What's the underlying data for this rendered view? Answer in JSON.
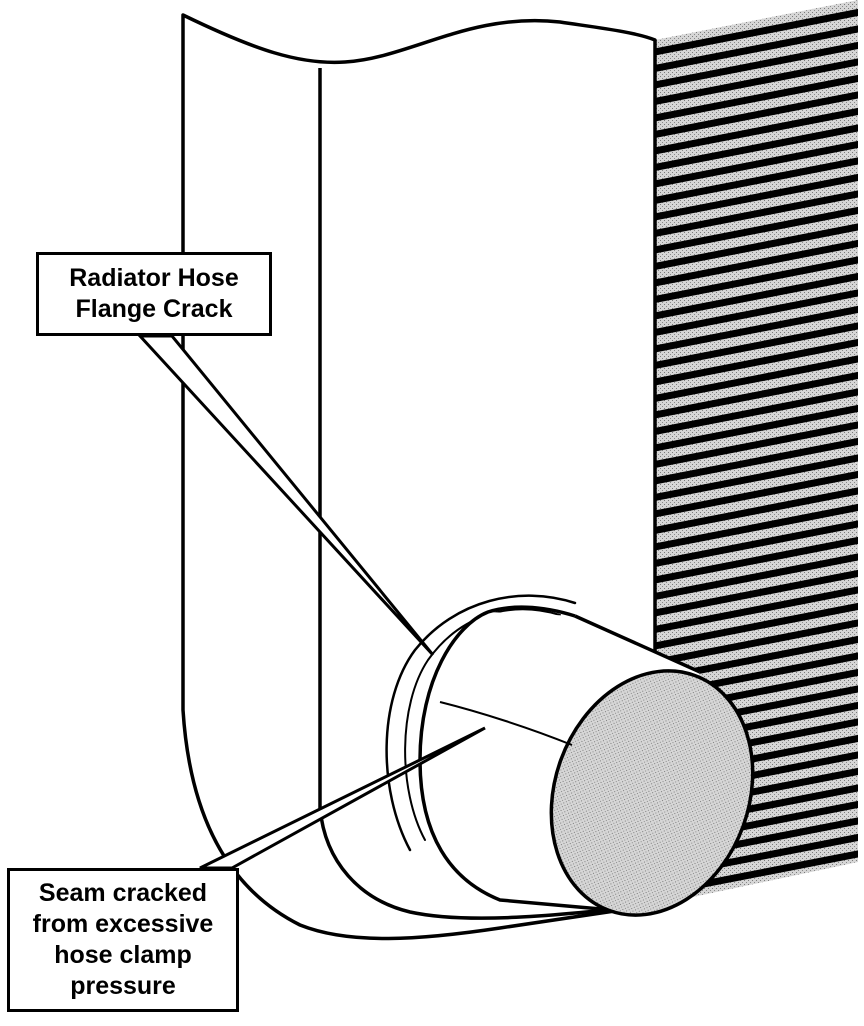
{
  "callouts": {
    "flange_crack": {
      "lines": [
        "Radiator Hose",
        "Flange Crack"
      ]
    },
    "seam_crack": {
      "lines": [
        "Seam cracked",
        "from excessive",
        "hose clamp",
        "pressure"
      ]
    }
  }
}
